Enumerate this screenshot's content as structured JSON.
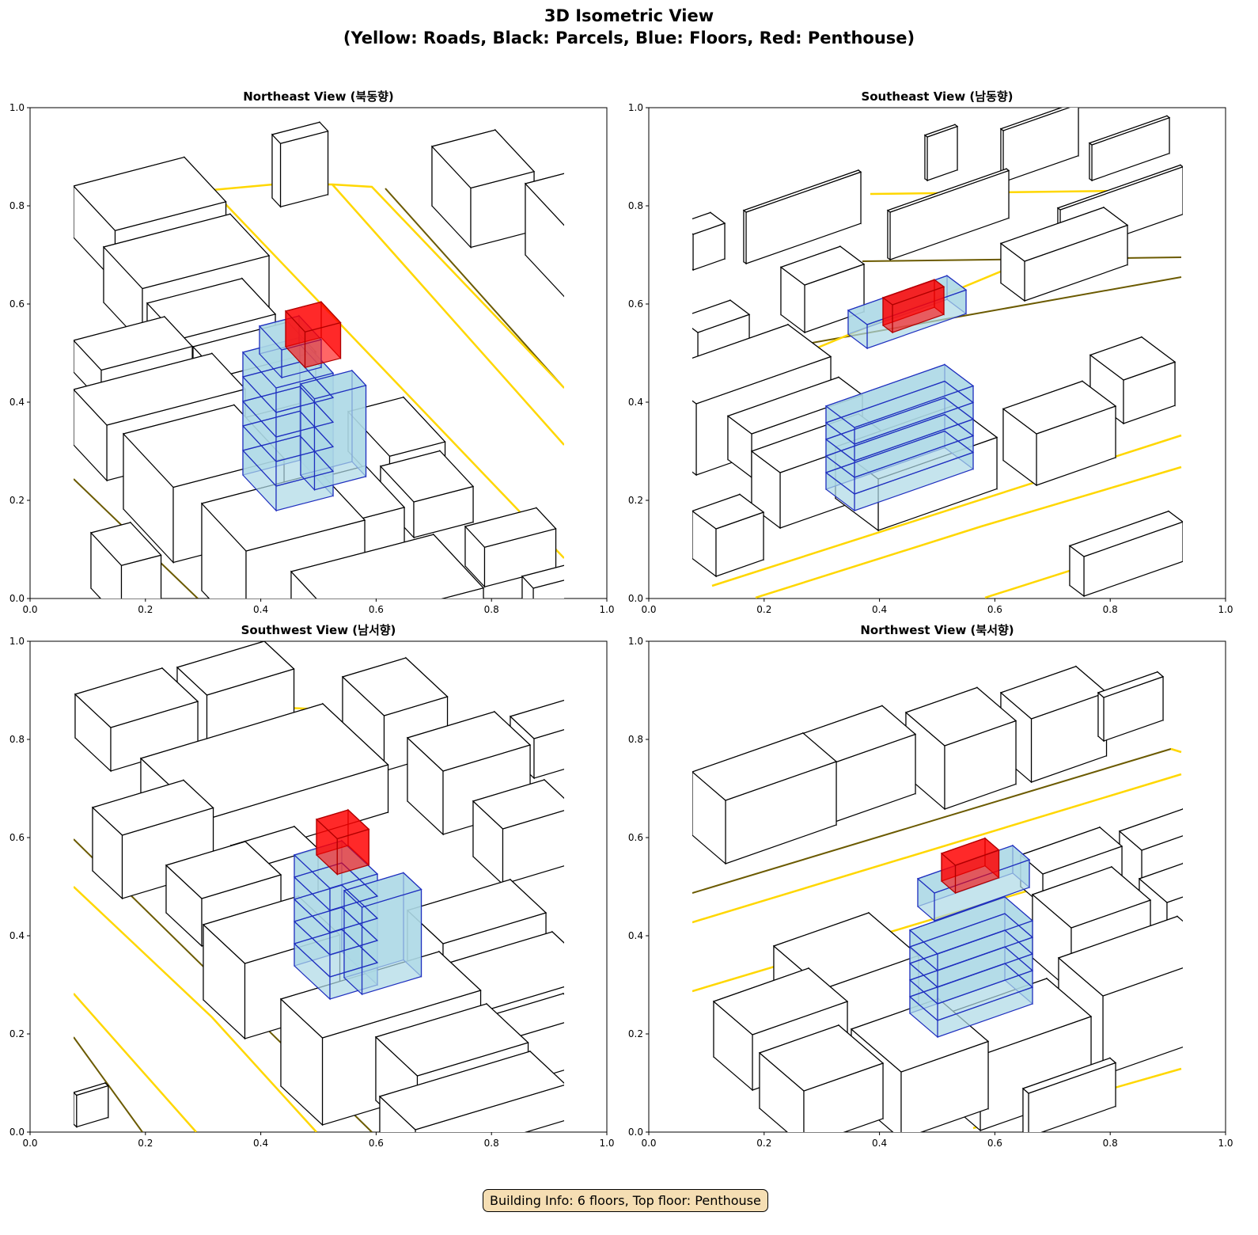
{
  "figure": {
    "title_line1": "3D Isometric View",
    "title_line2": "(Yellow: Roads, Black: Parcels, Blue: Floors, Red: Penthouse)",
    "info": "Building Info: 6 floors, Top floor: Penthouse"
  },
  "colors": {
    "road": "#ffd700",
    "parcel": "#000000",
    "floor_fill": "#add8e6",
    "floor_edge": "#1f2fbf",
    "penthouse": "#ff0000",
    "info_bg": "#f5deb3"
  },
  "chart_data": [
    {
      "type": "3d-isometric",
      "title": "Northeast View (북동향)",
      "xlim": [
        0,
        1
      ],
      "ylim": [
        0,
        1
      ],
      "xticks": [
        "0.0",
        "0.2",
        "0.4",
        "0.6",
        "0.8",
        "1.0"
      ],
      "yticks": [
        "0.0",
        "0.2",
        "0.4",
        "0.6",
        "0.8",
        "1.0"
      ]
    },
    {
      "type": "3d-isometric",
      "title": "Southeast View (남동향)",
      "xlim": [
        0,
        1
      ],
      "ylim": [
        0,
        1
      ],
      "xticks": [
        "0.0",
        "0.2",
        "0.4",
        "0.6",
        "0.8",
        "1.0"
      ],
      "yticks": [
        "0.0",
        "0.2",
        "0.4",
        "0.6",
        "0.8",
        "1.0"
      ]
    },
    {
      "type": "3d-isometric",
      "title": "Southwest View (남서향)",
      "xlim": [
        0,
        1
      ],
      "ylim": [
        0,
        1
      ],
      "xticks": [
        "0.0",
        "0.2",
        "0.4",
        "0.6",
        "0.8",
        "1.0"
      ],
      "yticks": [
        "0.0",
        "0.2",
        "0.4",
        "0.6",
        "0.8",
        "1.0"
      ]
    },
    {
      "type": "3d-isometric",
      "title": "Northwest View (북서향)",
      "xlim": [
        0,
        1
      ],
      "ylim": [
        0,
        1
      ],
      "xticks": [
        "0.0",
        "0.2",
        "0.4",
        "0.6",
        "0.8",
        "1.0"
      ],
      "yticks": [
        "0.0",
        "0.2",
        "0.4",
        "0.6",
        "0.8",
        "1.0"
      ]
    }
  ]
}
